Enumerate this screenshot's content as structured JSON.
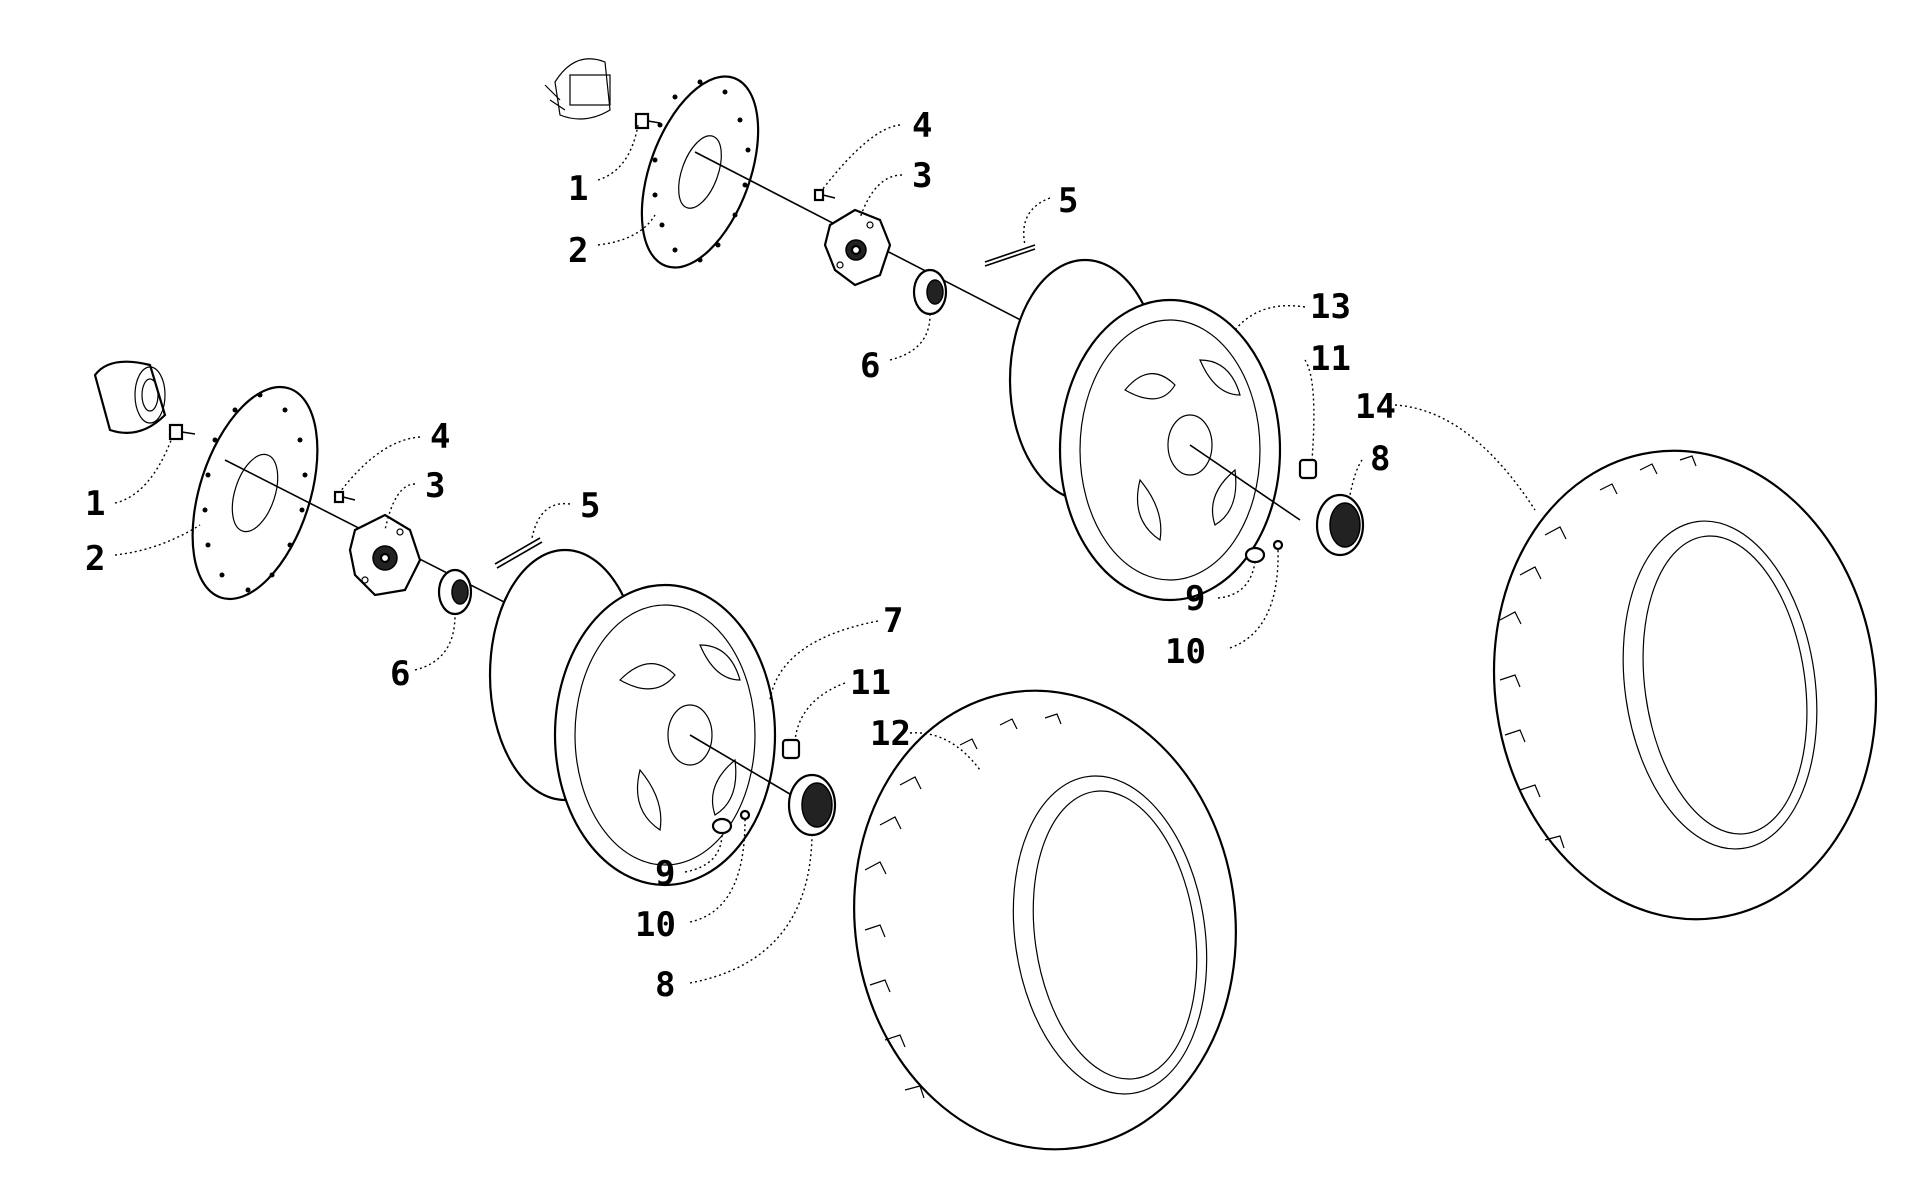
{
  "callouts": {
    "top_1": "1",
    "top_2": "2",
    "top_3": "3",
    "top_4": "4",
    "top_5": "5",
    "top_6": "6",
    "top_13": "13",
    "top_11": "11",
    "top_14": "14",
    "top_8": "8",
    "top_9": "9",
    "top_10": "10",
    "bot_1": "1",
    "bot_2": "2",
    "bot_3": "3",
    "bot_4": "4",
    "bot_5": "5",
    "bot_6": "6",
    "bot_7": "7",
    "bot_11": "11",
    "bot_12": "12",
    "bot_9": "9",
    "bot_10": "10",
    "bot_8": "8"
  },
  "icons": [
    "brake-disc-icon",
    "wheel-hub-icon",
    "wheel-rim-icon",
    "tire-icon",
    "hub-cap-icon",
    "cotter-pin-icon",
    "castle-nut-icon",
    "lug-nut-icon",
    "valve-stem-icon",
    "bolt-icon"
  ]
}
